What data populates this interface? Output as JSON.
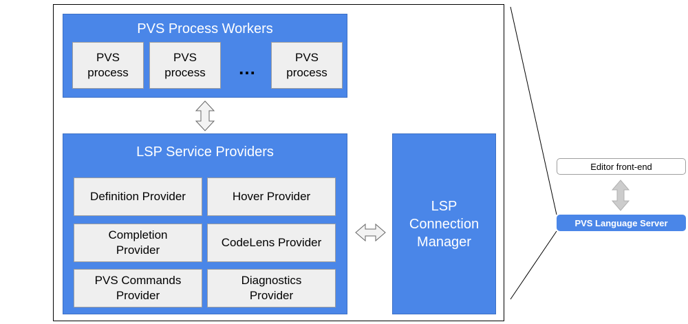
{
  "workers": {
    "title": "PVS Process Workers",
    "processes": [
      "PVS\nprocess",
      "PVS\nprocess",
      "PVS\nprocess"
    ],
    "ellipsis": "…"
  },
  "providers": {
    "title": "LSP Service Providers",
    "items": [
      "Definition Provider",
      "Hover Provider",
      "Completion\nProvider",
      "CodeLens Provider",
      "PVS Commands\nProvider",
      "Diagnostics\nProvider"
    ]
  },
  "connection_manager": {
    "label": "LSP\nConnection\nManager"
  },
  "legend": {
    "editor_label": "Editor front-end",
    "server_label": "PVS Language Server"
  },
  "colors": {
    "box_blue": "#4a86e8",
    "provider_gray": "#efefef",
    "arrow_gray": "#cccccc"
  }
}
